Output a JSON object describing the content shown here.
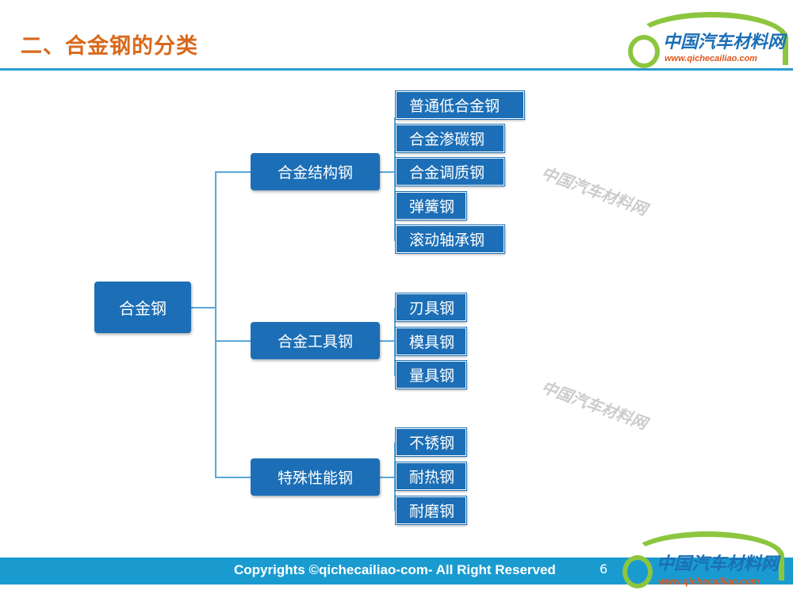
{
  "title": "二、合金钢的分类",
  "logo": {
    "cn": "中国汽车材料网",
    "url": "www.qichecailiao.com"
  },
  "tree": {
    "root": "合金钢",
    "groups": [
      {
        "label": "合金结构钢",
        "items": [
          "普通低合金钢",
          "合金渗碳钢",
          "合金调质钢",
          "弹簧钢",
          "滚动轴承钢"
        ]
      },
      {
        "label": "合金工具钢",
        "items": [
          "刃具钢",
          "模具钢",
          "量具钢"
        ]
      },
      {
        "label": "特殊性能钢",
        "items": [
          "不锈钢",
          "耐热钢",
          "耐磨钢"
        ]
      }
    ]
  },
  "footer": {
    "copyright": "Copyrights ©qichecailiao-com- All Right Reserved",
    "page": "6"
  }
}
